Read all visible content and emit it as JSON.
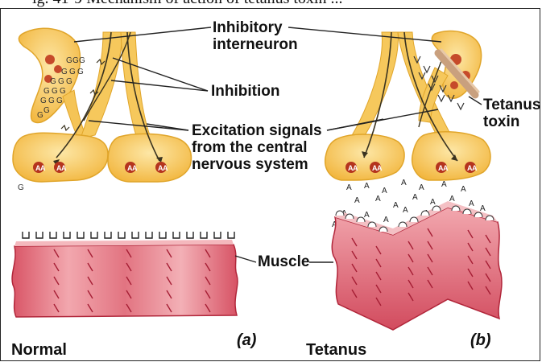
{
  "header_fragment": "ig. 41-9 Mechanism of action of tetanus toxin ...",
  "labels": {
    "inhibitory_interneuron": "Inhibitory\ninterneuron",
    "inhibition": "Inhibition",
    "excitation_signals": "Excitation signals\nfrom the central\nnervous system",
    "tetanus_toxin": "Tetanus\ntoxin",
    "muscle": "Muscle"
  },
  "panels": {
    "a": {
      "letter": "(a)",
      "name": "Normal"
    },
    "b": {
      "letter": "(b)",
      "name": "Tetanus"
    }
  },
  "glyphs": {
    "gaba": "G",
    "acetylcholine": "A"
  },
  "colors": {
    "neuron_fill": "#f7c85a",
    "neuron_edge": "#e0a52a",
    "axon_line": "#3a3320",
    "terminal_dot": "#b5341e",
    "muscle_fill": "#e0707b",
    "muscle_stripe": "#b1263a",
    "toxin": "#c9a07e"
  }
}
